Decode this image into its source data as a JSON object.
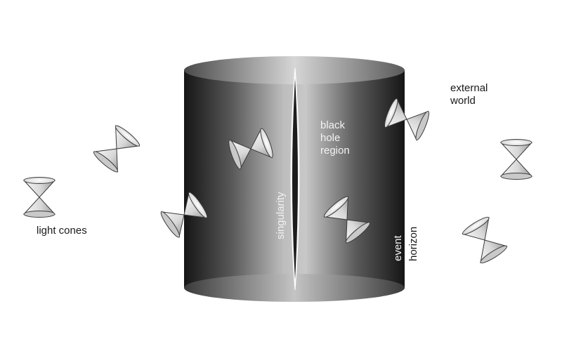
{
  "labels": {
    "external_world_line1": "external",
    "external_world_line2": "world",
    "black_hole_line1": "black",
    "black_hole_line2": "hole",
    "black_hole_line3": "region",
    "singularity": "singularity",
    "event_horizon_line1": "event",
    "event_horizon_line2": "horizon",
    "light_cones": "light cones"
  },
  "colors": {
    "background": "#ffffff",
    "cylinder_dark": "#141414",
    "cylinder_light": "#d4d4d4",
    "cone_light": "#f4f4f4",
    "cone_mid": "#a8a8a8",
    "outline": "#3a3a3a"
  }
}
